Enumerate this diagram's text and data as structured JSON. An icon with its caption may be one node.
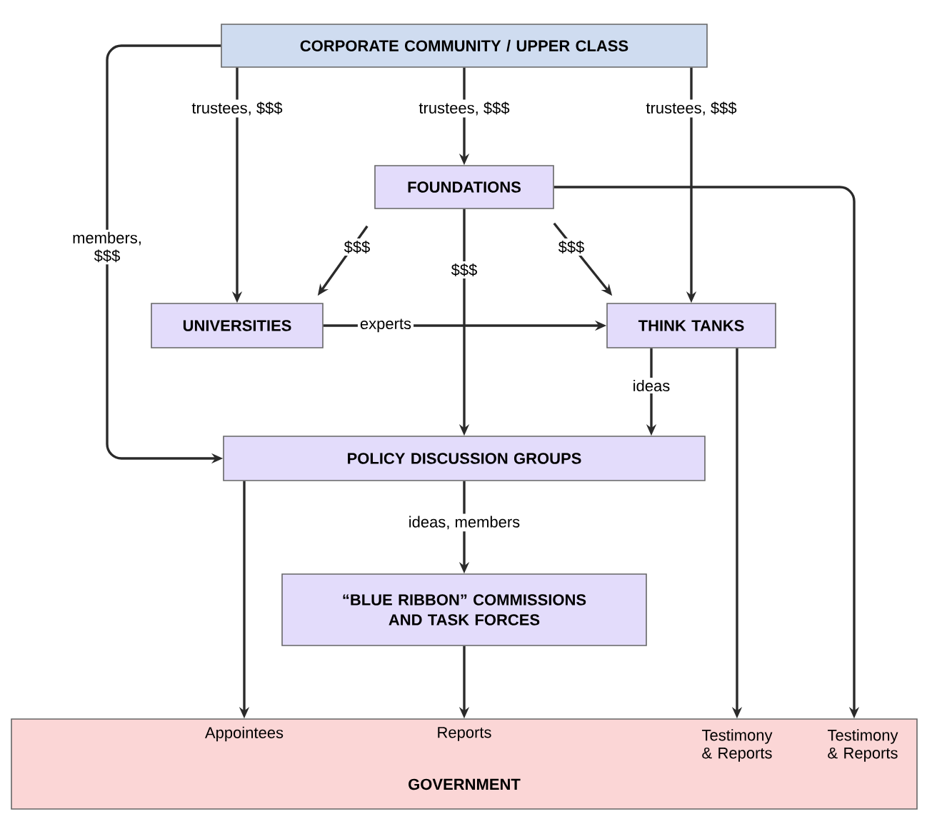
{
  "diagram": {
    "nodes": [
      {
        "text": [
          "CORPORATE COMMUNITY / UPPER CLASS"
        ]
      },
      {
        "text": [
          "FOUNDATIONS"
        ]
      },
      {
        "text": [
          "UNIVERSITIES"
        ]
      },
      {
        "text": [
          "THINK TANKS"
        ]
      },
      {
        "text": [
          "POLICY DISCUSSION GROUPS"
        ]
      },
      {
        "text": [
          "“BLUE RIBBON” COMMISSIONS AND TASK FORCES"
        ]
      },
      {
        "text": [
          "GOVERNMENT"
        ]
      }
    ],
    "edges": [
      {
        "from": 0,
        "to": 2,
        "arrow": "to",
        "label": "trustees, $$$"
      },
      {
        "from": 0,
        "to": 1,
        "arrow": "to",
        "label": "trustees, $$$"
      },
      {
        "from": 0,
        "to": 3,
        "arrow": "to",
        "label": "trustees, $$$"
      },
      {
        "from": 0,
        "to": 4,
        "arrow": "to",
        "label": "members, $$$"
      },
      {
        "from": 1,
        "to": 2,
        "arrow": "to",
        "label": "$$$"
      },
      {
        "from": 1,
        "to": 4,
        "arrow": "to",
        "label": "$$$"
      },
      {
        "from": 1,
        "to": 3,
        "arrow": "to",
        "label": "$$$"
      },
      {
        "from": 2,
        "to": 3,
        "arrow": "to",
        "label": "experts"
      },
      {
        "from": 3,
        "to": 4,
        "arrow": "to",
        "label": "ideas"
      },
      {
        "from": 4,
        "to": 5,
        "arrow": "to",
        "label": "ideas, members"
      },
      {
        "from": 4,
        "to": 6,
        "arrow": "to",
        "label": "Appointees"
      },
      {
        "from": 5,
        "to": 6,
        "arrow": "to",
        "label": "Reports"
      },
      {
        "from": 3,
        "to": 6,
        "arrow": "to",
        "label": "Testimony & Reports"
      },
      {
        "from": 1,
        "to": 6,
        "arrow": "to",
        "label": "Testimony & Reports"
      }
    ]
  }
}
